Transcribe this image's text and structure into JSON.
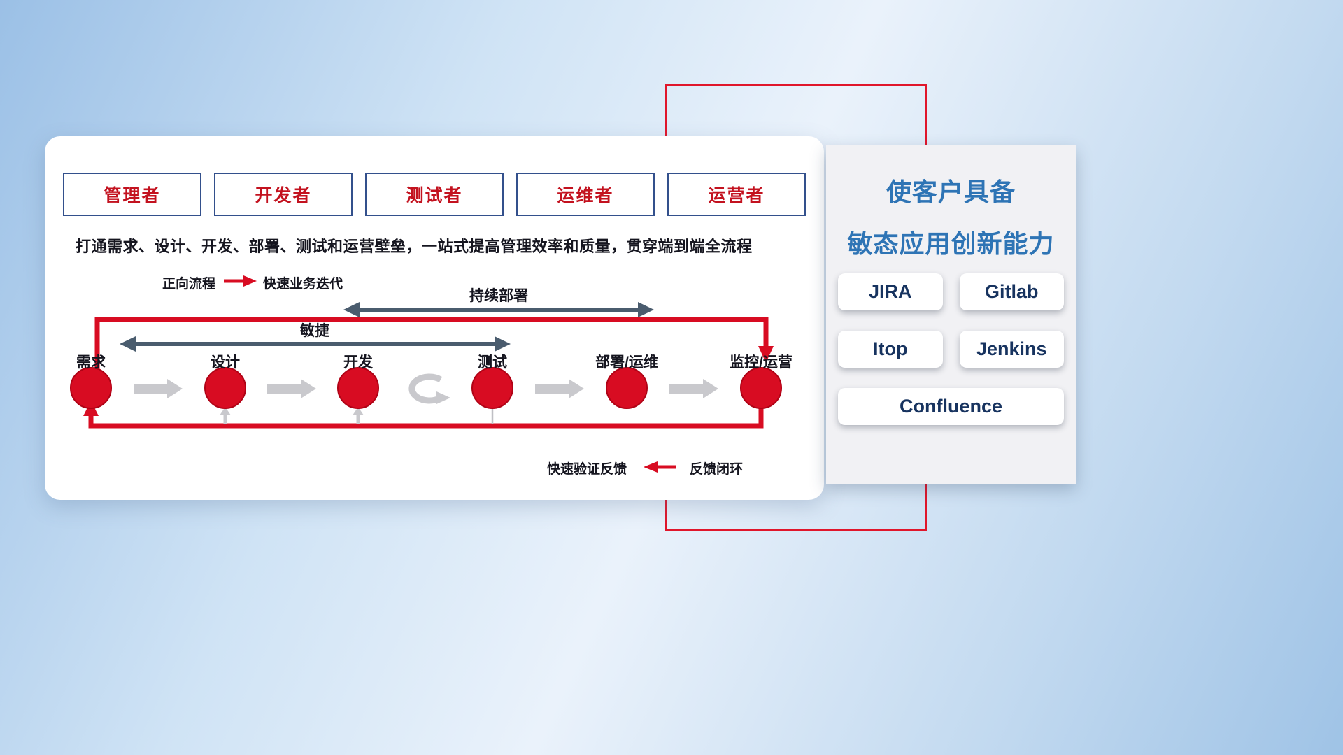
{
  "colors": {
    "accent_red": "#d80c22",
    "navy_border": "#33508c",
    "dark_text": "#15151f",
    "slate_arrow": "#4a5c6e",
    "gray_arrow": "#c9c9cd",
    "panel_title_blue": "#2e74b5",
    "tool_text_navy": "#17335f"
  },
  "roles": [
    "管理者",
    "开发者",
    "测试者",
    "运维者",
    "运营者"
  ],
  "description": "打通需求、设计、开发、部署、测试和运营壁垒，一站式提高管理效率和质量，贯穿端到端全流程",
  "forward_legend": {
    "label": "正向流程",
    "value": "快速业务迭代"
  },
  "flow": {
    "continuous_deploy_label": "持续部署",
    "agile_label": "敏捷",
    "stages": [
      "需求",
      "设计",
      "开发",
      "测试",
      "部署/运维",
      "监控/运营"
    ]
  },
  "feedback_legend": {
    "value": "快速验证反馈",
    "label": "反馈闭环"
  },
  "panel": {
    "title_line1": "使客户具备",
    "title_line2": "敏态应用创新能力",
    "tools": [
      "JIRA",
      "Gitlab",
      "Itop",
      "Jenkins",
      "Confluence"
    ]
  }
}
